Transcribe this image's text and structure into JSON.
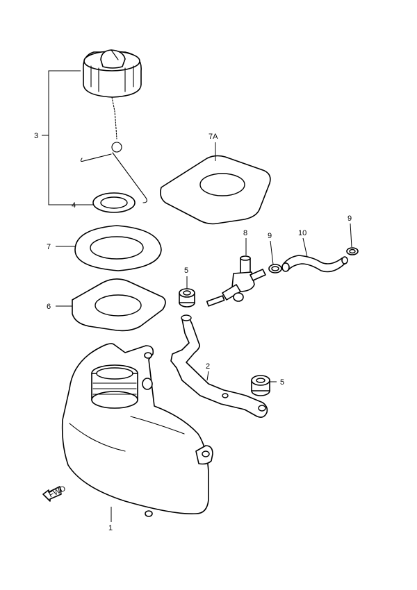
{
  "diagram": {
    "labels": {
      "p1": "1",
      "p2": "2",
      "p3": "3",
      "p4": "4",
      "p5a": "5",
      "p5b": "5",
      "p6": "6",
      "p7": "7",
      "p7a": "7A",
      "p8": "8",
      "p9a": "9",
      "p9b": "9",
      "p10": "10"
    },
    "fwd_marker": "FWD"
  }
}
